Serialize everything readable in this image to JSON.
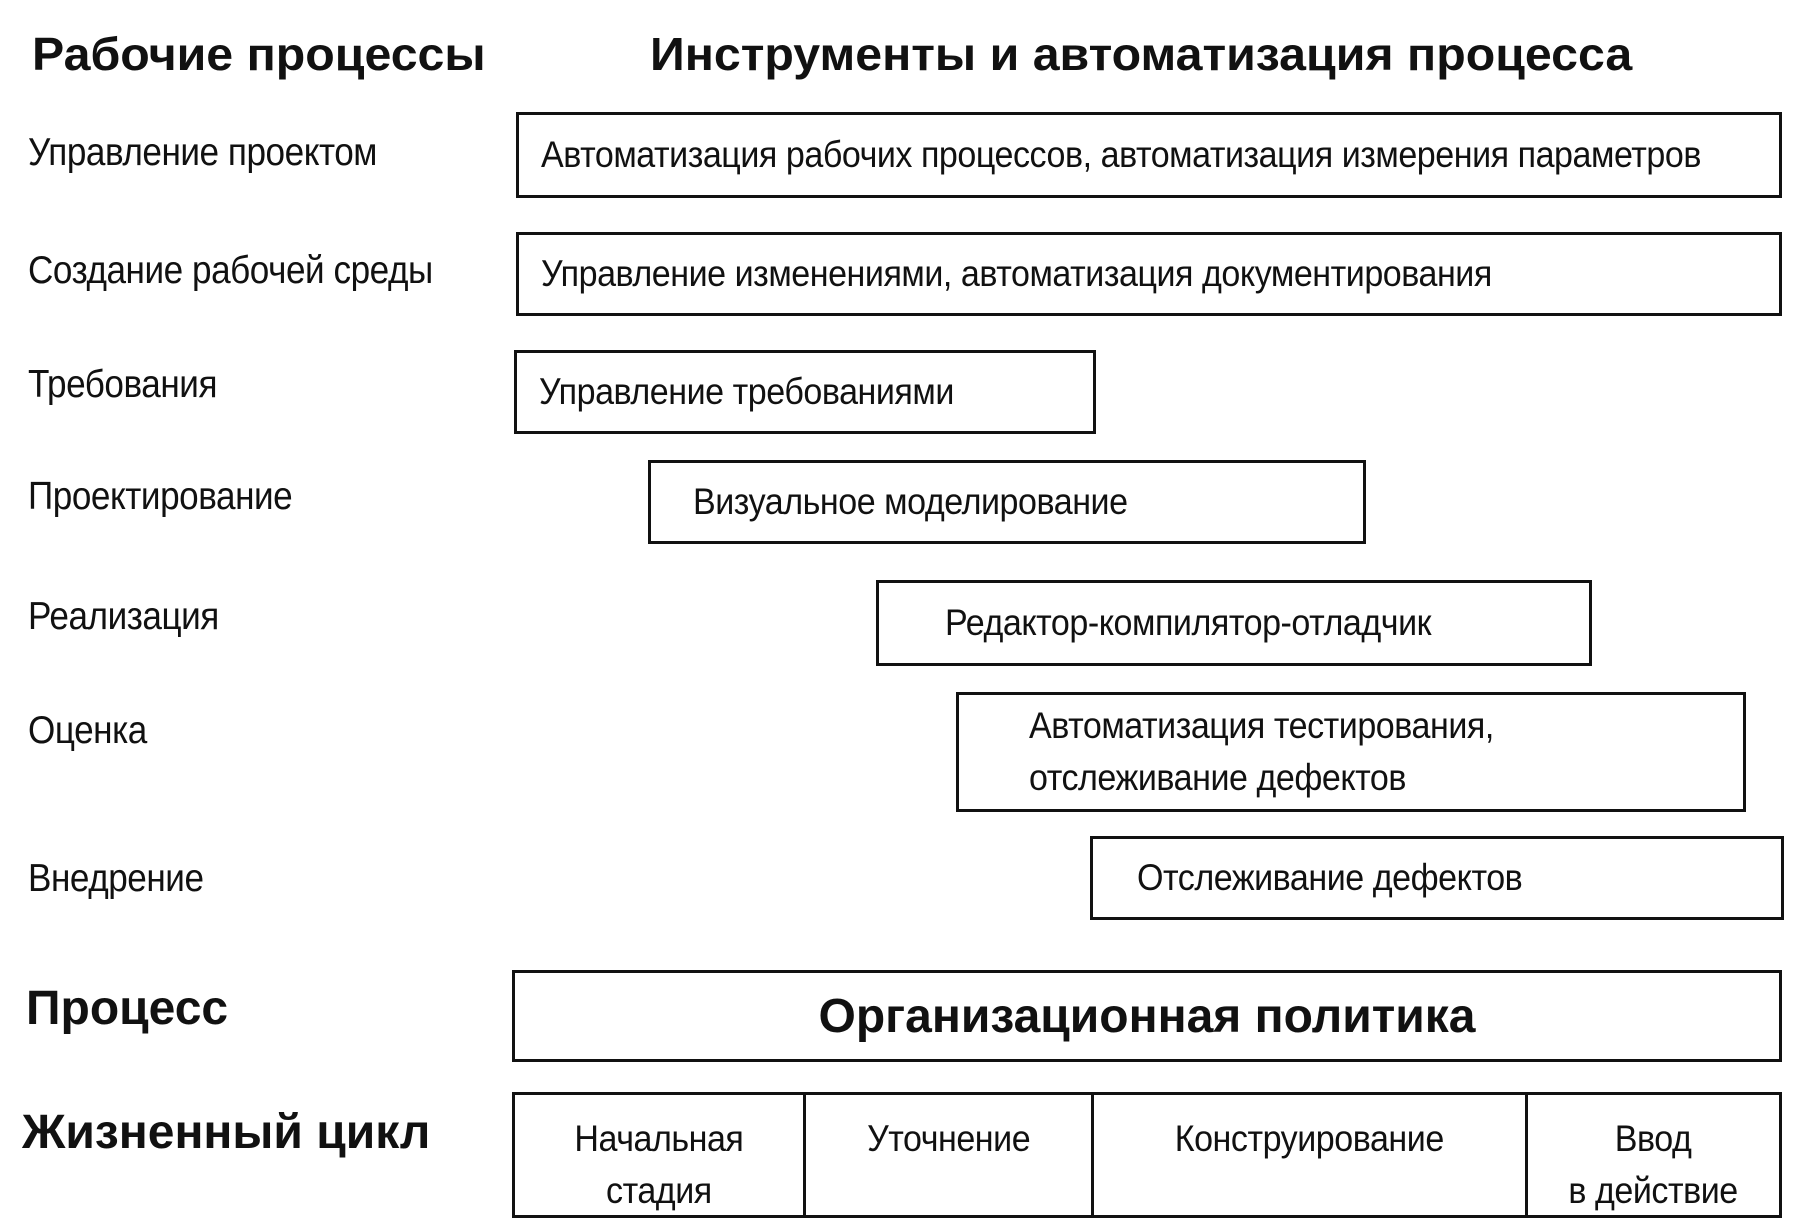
{
  "headers": {
    "workflows": "Рабочие процессы",
    "tools": "Инструменты и автоматизация процесса"
  },
  "rows": [
    {
      "label": "Управление проектом",
      "tool": "Автоматизация рабочих процессов, автоматизация измерения параметров"
    },
    {
      "label": "Создание рабочей среды",
      "tool": "Управление изменениями, автоматизация документирования"
    },
    {
      "label": "Требования",
      "tool": "Управление требованиями"
    },
    {
      "label": "Проектирование",
      "tool": "Визуальное моделирование"
    },
    {
      "label": "Реализация",
      "tool": "Редактор-компилятор-отладчик"
    },
    {
      "label": "Оценка",
      "tool": "Автоматизация тестирования,\nотслеживание дефектов"
    },
    {
      "label": "Внедрение",
      "tool": "Отслеживание дефектов"
    }
  ],
  "process": {
    "label": "Процесс",
    "box": "Организационная политика"
  },
  "lifecycle": {
    "label": "Жизненный цикл",
    "phases": [
      "Начальная\nстадия",
      "Уточнение",
      "Конструирование",
      "Ввод\nв действие"
    ]
  }
}
